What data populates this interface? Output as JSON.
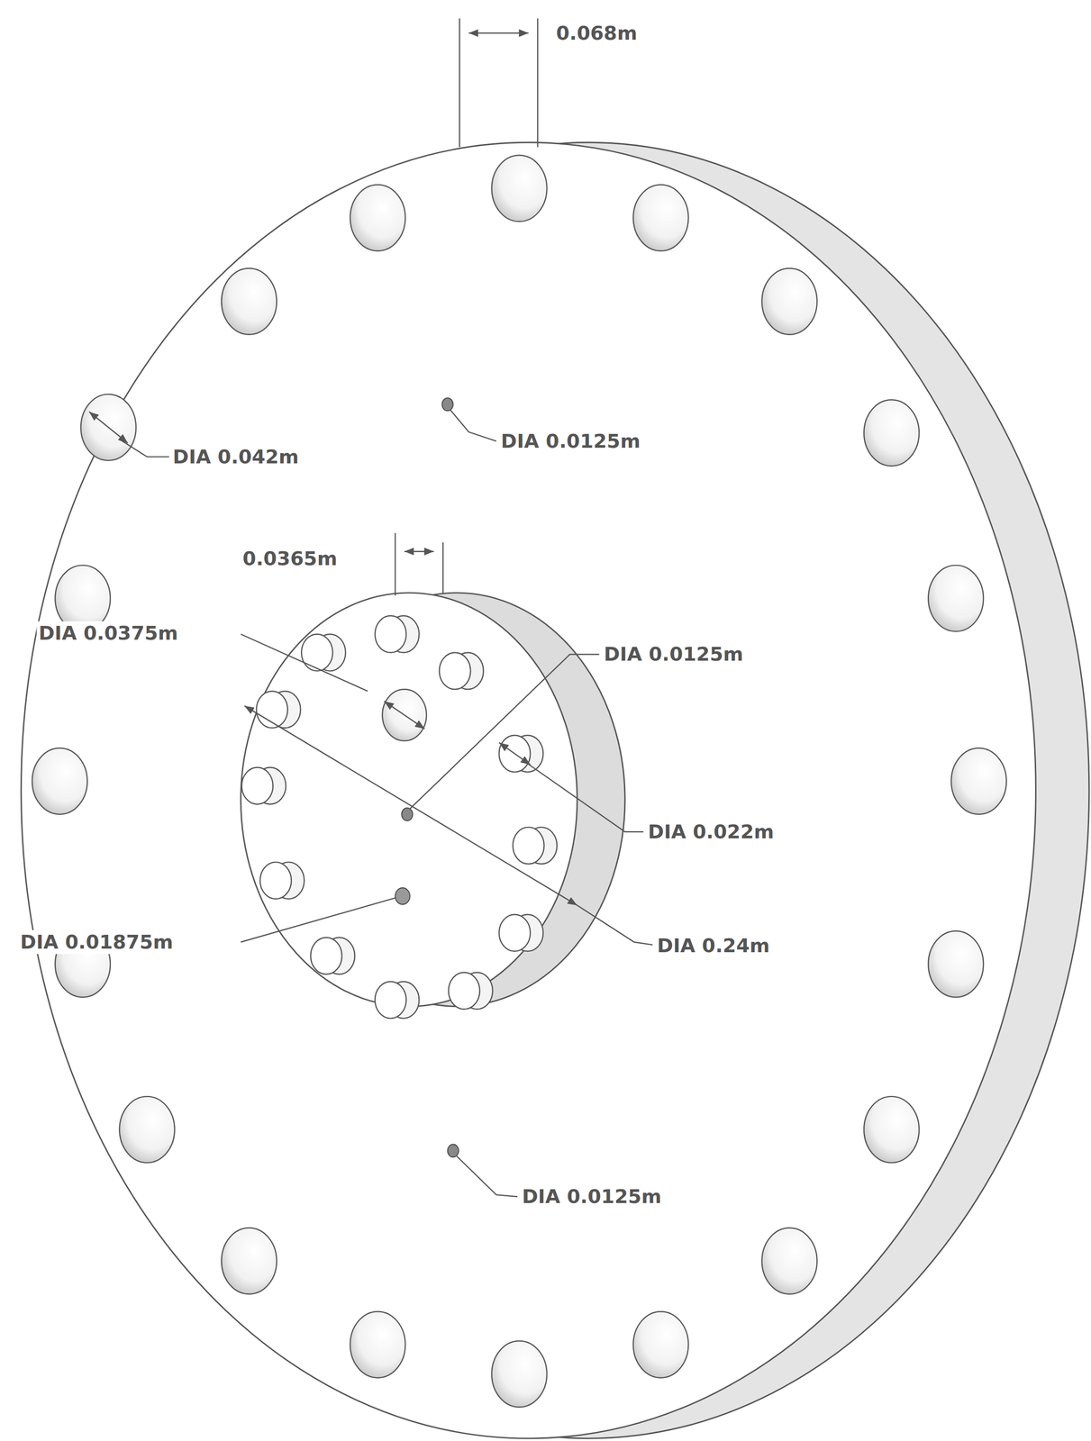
{
  "diagram": {
    "labels": [
      "0.068m",
      "DIA 0.042m",
      "DIA 0.0125m",
      "0.0365m",
      "DIA 0.0375m",
      "DIA 0.0125m",
      "DIA 0.022m",
      "DIA 0.01875m",
      "DIA 0.24m",
      "DIA 0.0125m"
    ]
  }
}
